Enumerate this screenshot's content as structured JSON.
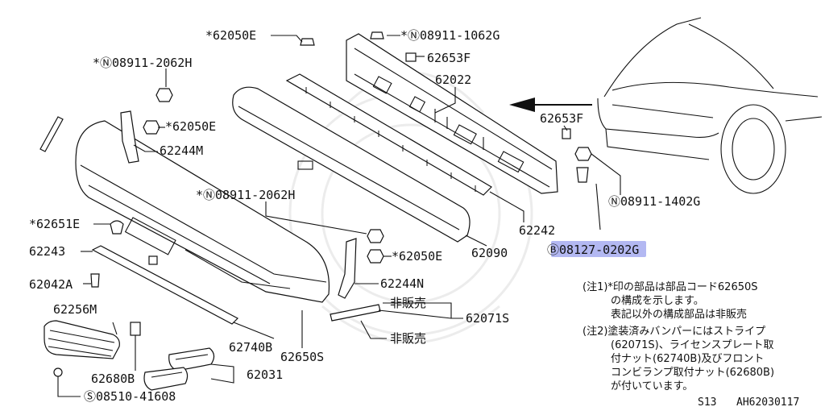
{
  "callouts": {
    "c_62050E_top": "*62050E",
    "c_08911_1062G": "*Ⓝ08911-1062G",
    "c_08911_2062H_top": "*Ⓝ08911-2062H",
    "c_62653F_top": "62653F",
    "c_62022": "62022",
    "c_62653F_right": "62653F",
    "c_62050E_left": "*62050E",
    "c_62244M": "62244M",
    "c_08911_1402G": "Ⓝ08911-1402G",
    "c_08911_2062H_mid": "*Ⓝ08911-2062H",
    "c_62242": "62242",
    "c_62651E": "*62651E",
    "c_08127_0202G": "Ⓑ08127-0202G",
    "c_62243": "62243",
    "c_62050E_mid": "*62050E",
    "c_62090": "62090",
    "c_62042A": "62042A",
    "c_62244N": "62244N",
    "c_not_for_sale_1": "非販売",
    "c_62256M": "62256M",
    "c_62071S": "62071S",
    "c_62740B": "62740B",
    "c_62650S": "62650S",
    "c_not_for_sale_2": "非販売",
    "c_62031": "62031",
    "c_62680B": "62680B",
    "c_08510_41608": "Ⓢ08510-41608"
  },
  "notes": {
    "note1_line1": "(注1)*印の部品は部品コード62650S",
    "note1_line2": "の構成を示します。",
    "note1_line3": "表記以外の構成部品は非販売",
    "note2_line1": "(注2)塗装済みバンパーにはストライプ",
    "note2_line2": "(62071S)、ライセンスプレート取",
    "note2_line3": "付ナット(62740B)及びフロント",
    "note2_line4": "コンビランプ取付ナット(62680B)",
    "note2_line5": "が付いています。"
  },
  "footer": {
    "model_code": "S13",
    "figure_id": "AH62030117"
  },
  "highlight": {
    "color": "#b3b8f2",
    "target": "08127-0202G"
  }
}
